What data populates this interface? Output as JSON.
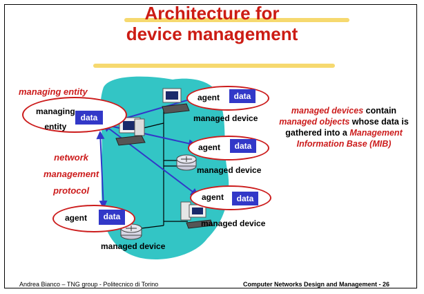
{
  "slide": {
    "title_line1": "Architecture for",
    "title_line2": "device management",
    "managing_entity_caption": "managing entity",
    "managing_entity_node": {
      "line1": "managing",
      "line2": "entity",
      "data_label": "data"
    },
    "protocol_label": {
      "line1": "network",
      "line2": "management",
      "line3": "protocol"
    },
    "agents": [
      {
        "agent_label": "agent",
        "data_label": "data",
        "device_label": "managed device"
      },
      {
        "agent_label": "agent",
        "data_label": "data",
        "device_label": "managed device"
      },
      {
        "agent_label": "agent",
        "data_label": "data",
        "device_label": "managed device"
      },
      {
        "agent_label": "agent",
        "data_label": "data",
        "device_label": "managed device"
      }
    ],
    "side_text": {
      "p1": "managed devices",
      "p2": " contain ",
      "p3": "managed objects",
      "p4": " whose data is gathered into a ",
      "p5": "Management Information Base (MIB)"
    },
    "footer_left": "Andrea Bianco – TNG group - Politecnico di Torino",
    "footer_right": "Computer Networks Design and Management - 26"
  },
  "colors": {
    "title": "#cc1c14",
    "accent_red": "#cc1c1c",
    "data_box": "#3238c8",
    "network_cloud": "#33c5c5",
    "highlight": "#f6d96f"
  }
}
